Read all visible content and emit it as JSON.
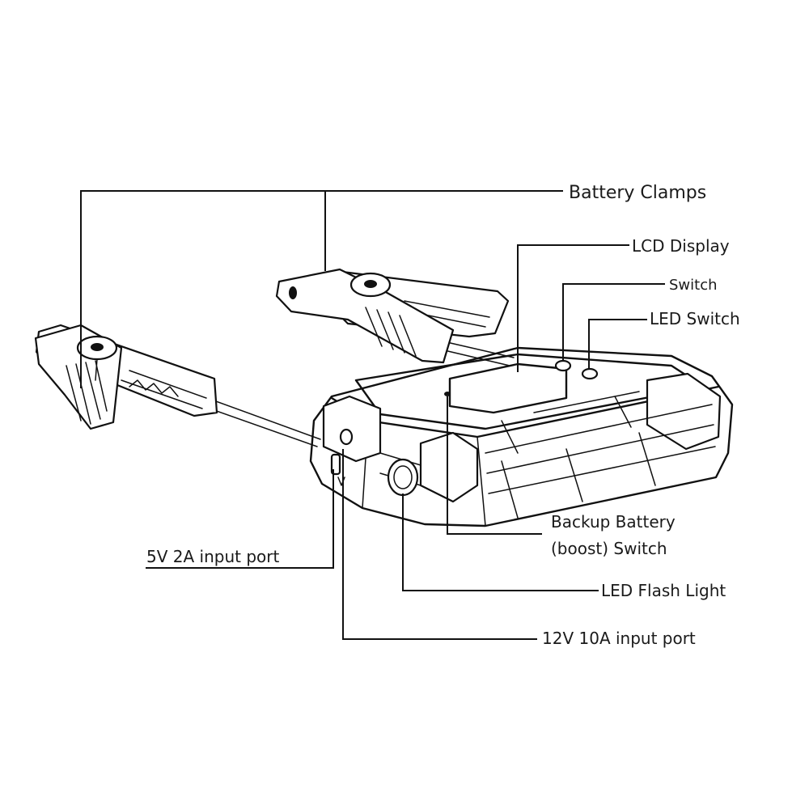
{
  "labels": {
    "battery_clamps": "Battery Clamps",
    "lcd_display": "LCD Display",
    "switch": "Switch",
    "led_switch": "LED Switch",
    "backup_battery_line1": "Backup Battery",
    "backup_battery_line2": "(boost) Switch",
    "input_5v": "5V 2A input port",
    "led_flash_light": "LED Flash Light",
    "input_12v": "12V 10A input port"
  }
}
